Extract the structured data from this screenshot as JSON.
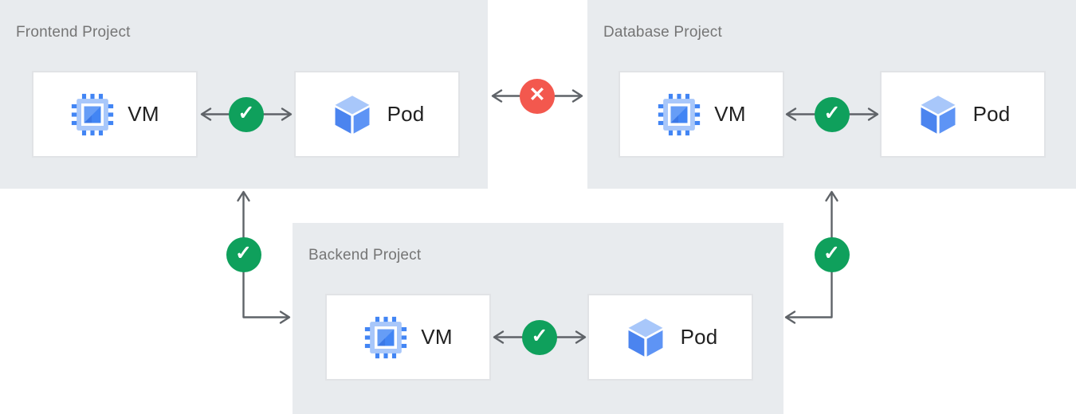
{
  "colors": {
    "panel_bg": "#E8EBEE",
    "node_bg": "#FFFFFF",
    "node_border": "#E1E3E6",
    "title_text": "#757575",
    "label_text": "#212121",
    "arrow": "#5F6368",
    "allowed_green": "#0FA05C",
    "denied_red": "#F3584E",
    "vm_icon_blue": "#4285F4",
    "vm_icon_light_blue": "#A8C7FA",
    "pod_top_face": "#A8C7FA",
    "pod_left_face": "#4B84EF",
    "pod_right_face": "#5E94F5"
  },
  "icons": {
    "vm_icon": "compute-engine-chip",
    "pod_icon": "pod-cube",
    "allowed_icon": "check",
    "denied_icon": "cross"
  },
  "projects": [
    {
      "title": "Frontend Project",
      "vm_label": "VM",
      "pod_label": "Pod",
      "internal_connection": {
        "from": "VM",
        "to": "Pod",
        "status": "allowed",
        "symbol": "✓"
      }
    },
    {
      "title": "Database Project",
      "vm_label": "VM",
      "pod_label": "Pod",
      "internal_connection": {
        "from": "VM",
        "to": "Pod",
        "status": "allowed",
        "symbol": "✓"
      }
    },
    {
      "title": "Backend Project",
      "vm_label": "VM",
      "pod_label": "Pod",
      "internal_connection": {
        "from": "VM",
        "to": "Pod",
        "status": "allowed",
        "symbol": "✓"
      }
    }
  ],
  "cross_connections": [
    {
      "from": "Frontend Project",
      "to": "Database Project",
      "status": "denied",
      "symbol": "✕"
    },
    {
      "from": "Frontend Project",
      "to": "Backend Project",
      "status": "allowed",
      "symbol": "✓"
    },
    {
      "from": "Database Project",
      "to": "Backend Project",
      "status": "allowed",
      "symbol": "✓"
    }
  ]
}
